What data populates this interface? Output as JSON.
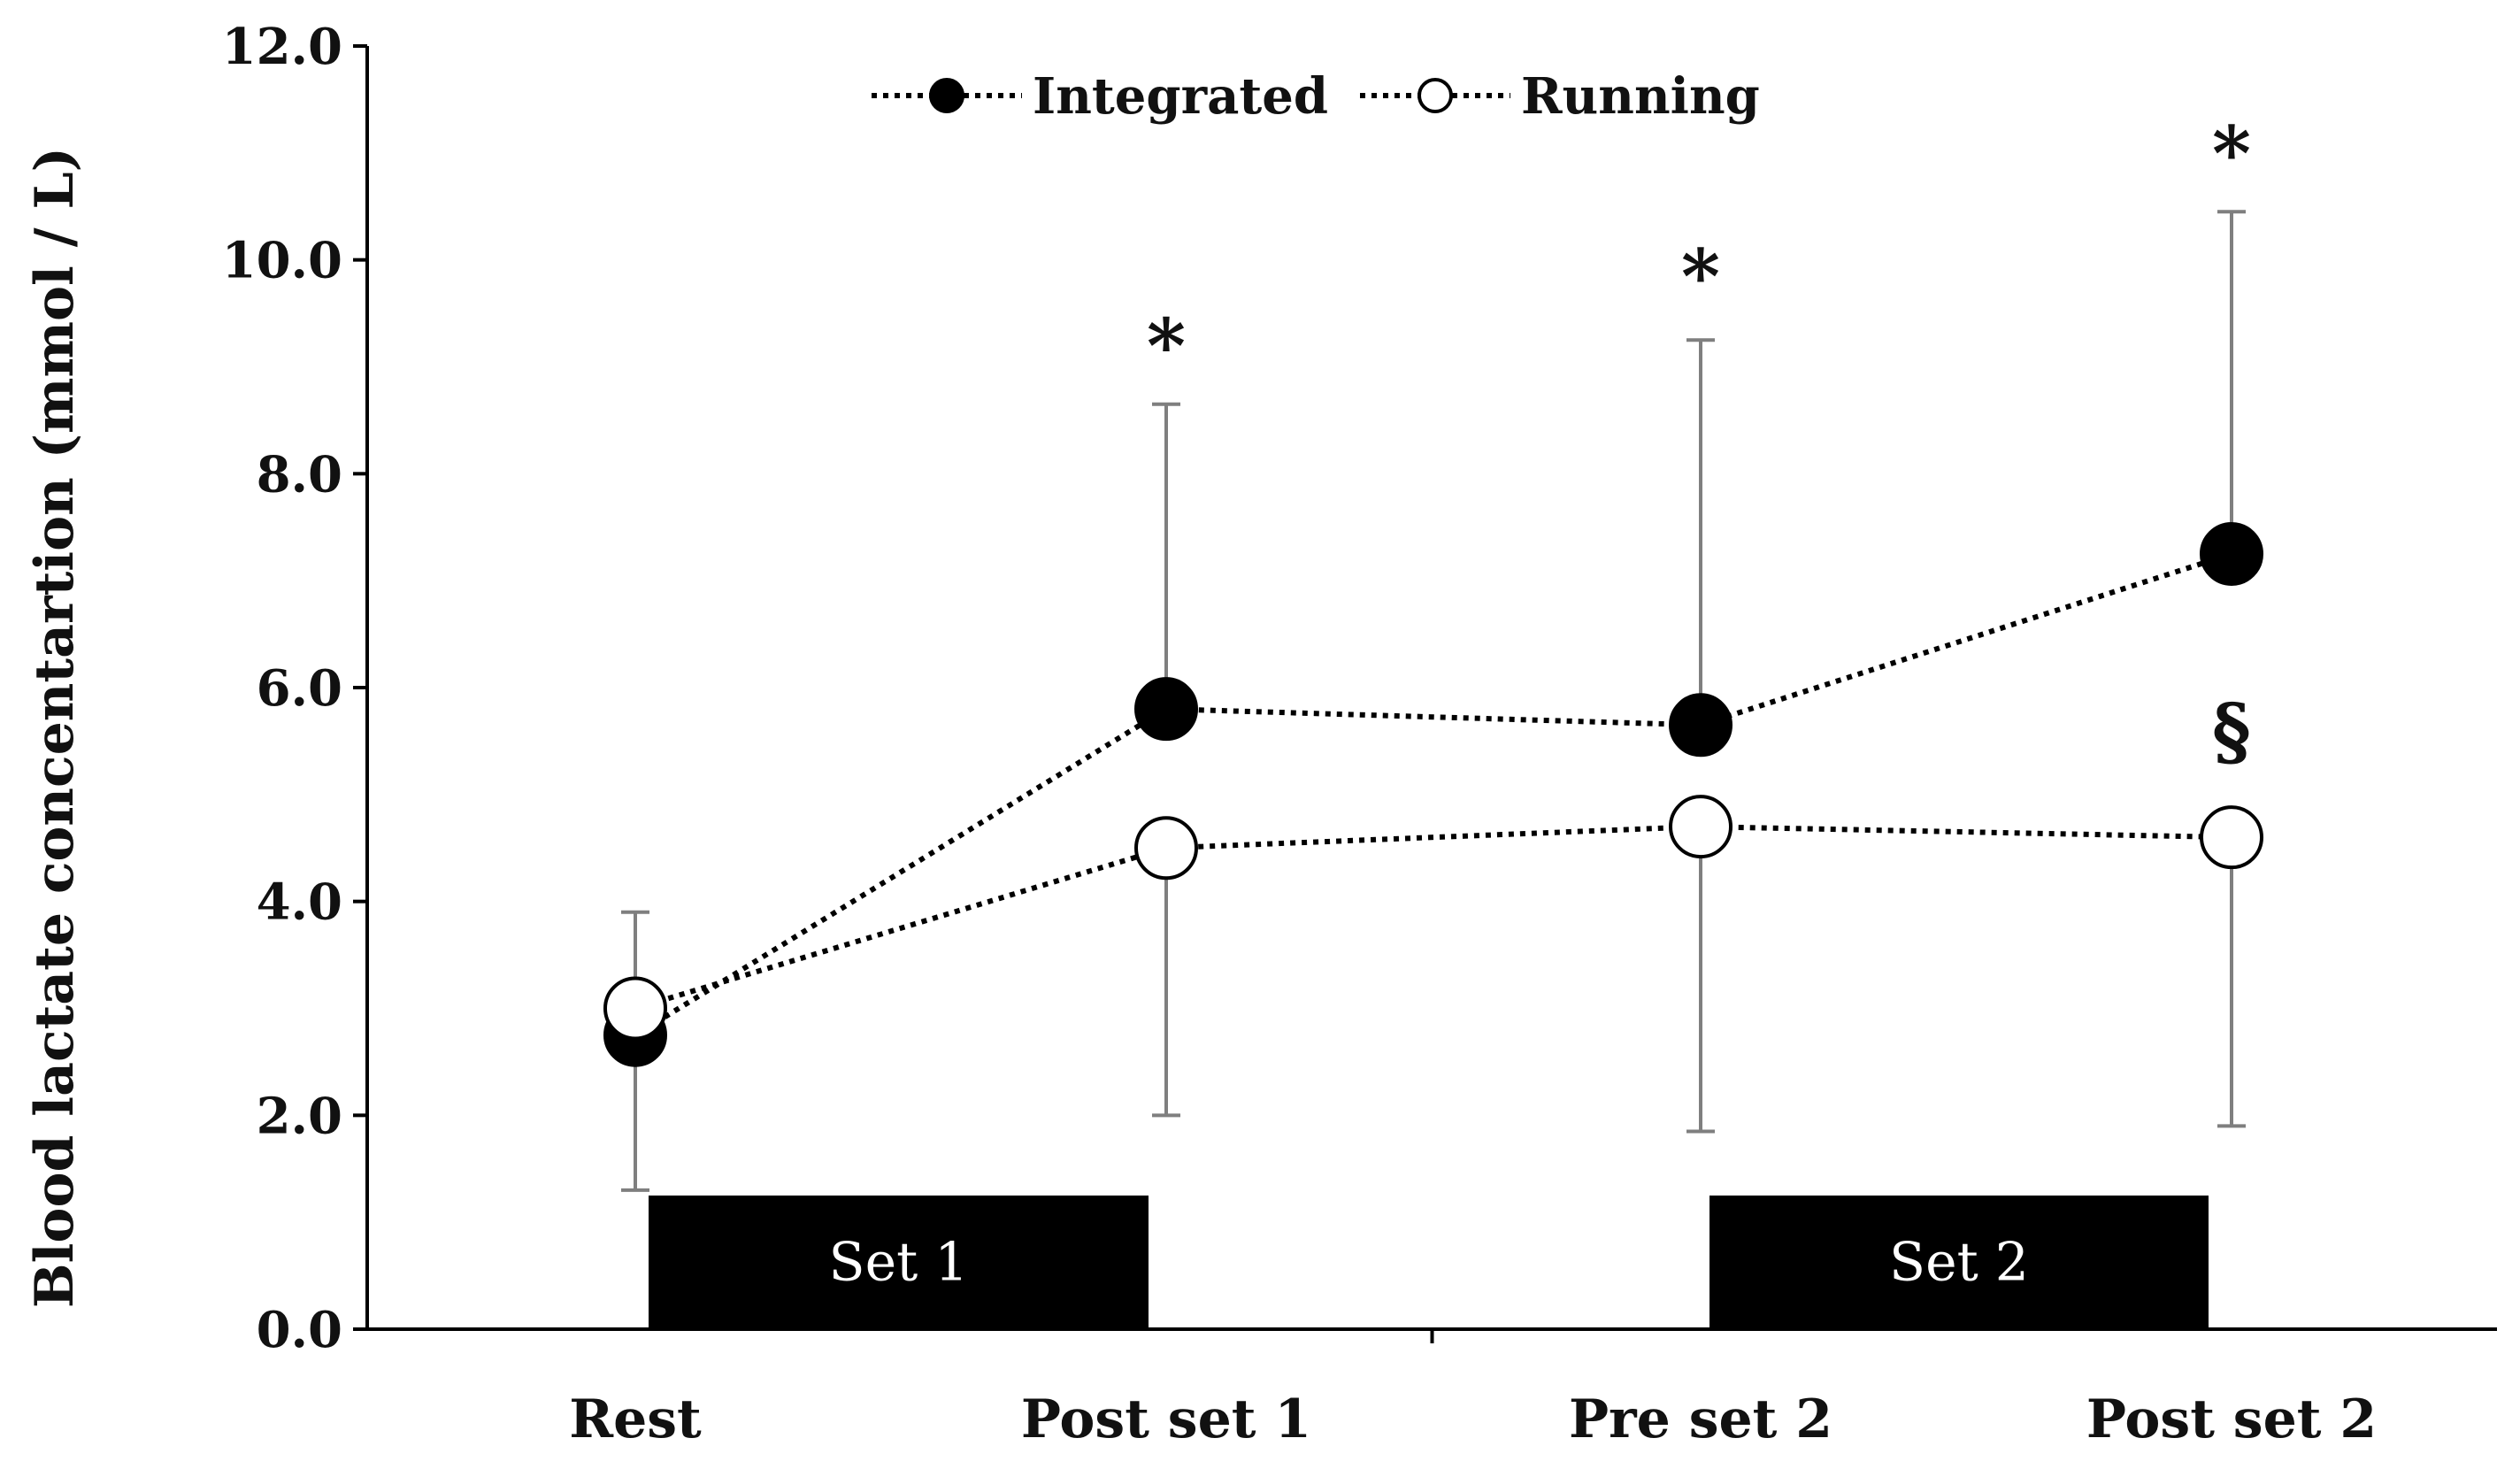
{
  "chart_data": {
    "type": "line",
    "title": "",
    "xlabel": "",
    "ylabel": "Blood lactate concentartion (mmol / L)",
    "ylim": [
      0,
      12
    ],
    "yticks": [
      "0.0",
      "2.0",
      "4.0",
      "6.0",
      "8.0",
      "10.0",
      "12.0"
    ],
    "grid": false,
    "legend_position": "top",
    "categories": [
      "Rest",
      "Post set 1",
      "Pre set 2",
      "Post set 2"
    ],
    "series": [
      {
        "name": "Integrated",
        "marker": "filled-circle",
        "line_style": "dotted",
        "color": "#000000",
        "values": [
          2.75,
          5.8,
          5.65,
          7.25
        ],
        "error_upper": [
          1.15,
          2.85,
          3.6,
          3.2
        ],
        "error_lower": [
          1.45,
          null,
          null,
          null
        ]
      },
      {
        "name": "Running",
        "marker": "open-circle",
        "line_style": "dotted",
        "color": "#000000",
        "values": [
          3.0,
          4.5,
          4.7,
          4.6
        ],
        "error_upper": [
          null,
          null,
          null,
          null
        ],
        "error_lower": [
          null,
          2.5,
          2.85,
          2.7
        ]
      }
    ],
    "set_bars": [
      {
        "label": "Set 1",
        "from": 0,
        "to": 1
      },
      {
        "label": "Set 2",
        "from": 2,
        "to": 3
      }
    ],
    "annotations": [
      {
        "text": "*",
        "category": 1,
        "y": 9.2
      },
      {
        "text": "*",
        "category": 2,
        "y": 9.85
      },
      {
        "text": "*",
        "category": 3,
        "y": 11.0
      },
      {
        "text": "§",
        "category": 3,
        "y": 5.6
      }
    ],
    "error_bar_color": "#7f7f7f"
  }
}
